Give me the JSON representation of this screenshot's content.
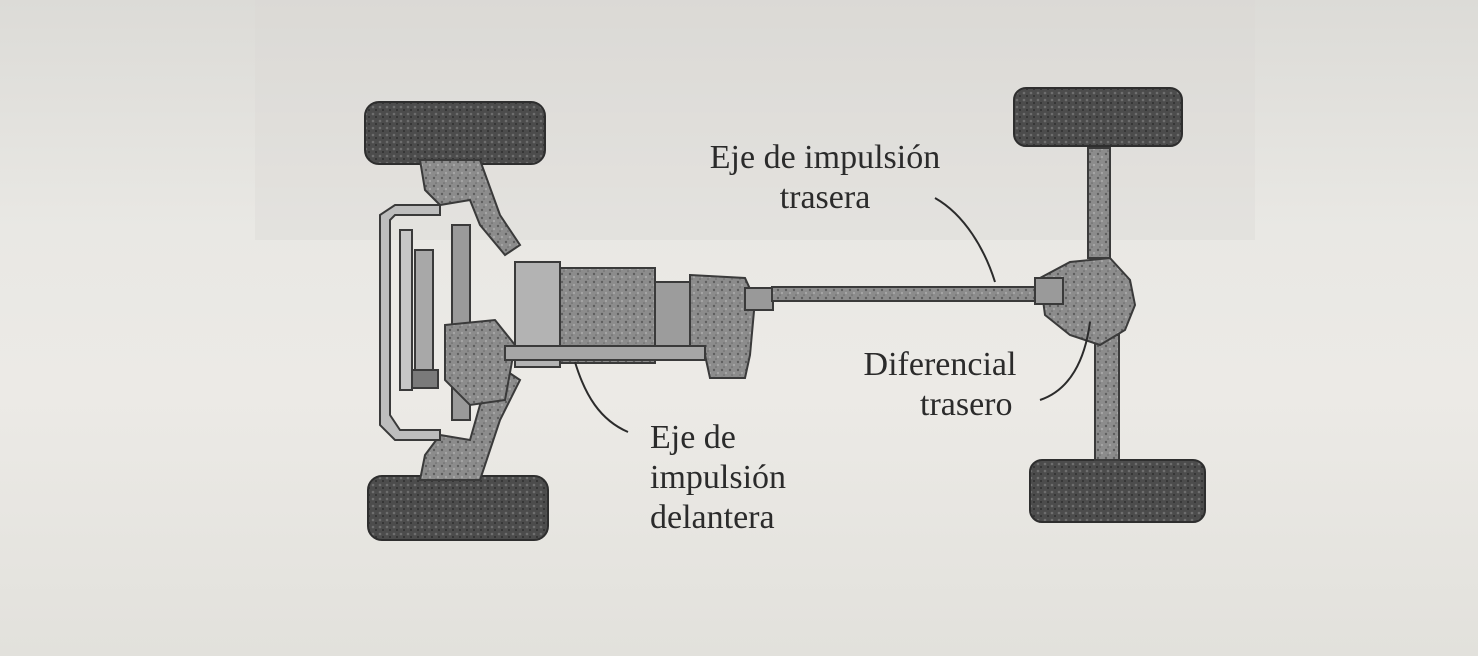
{
  "labels": {
    "rear_shaft": {
      "line1": "Eje de impulsión",
      "line2": "trasera"
    },
    "rear_differential": {
      "line1": "Diferencial",
      "line2": "trasero"
    },
    "front_shaft": {
      "line1": "Eje de",
      "line2": "impulsión",
      "line3": "delantera"
    }
  },
  "colors": {
    "ink": "#2b2b2b",
    "tire": "#4a4a4a",
    "part": "#8a8a8a",
    "part_dark": "#5c5c5c",
    "paper": "#eceae6"
  }
}
